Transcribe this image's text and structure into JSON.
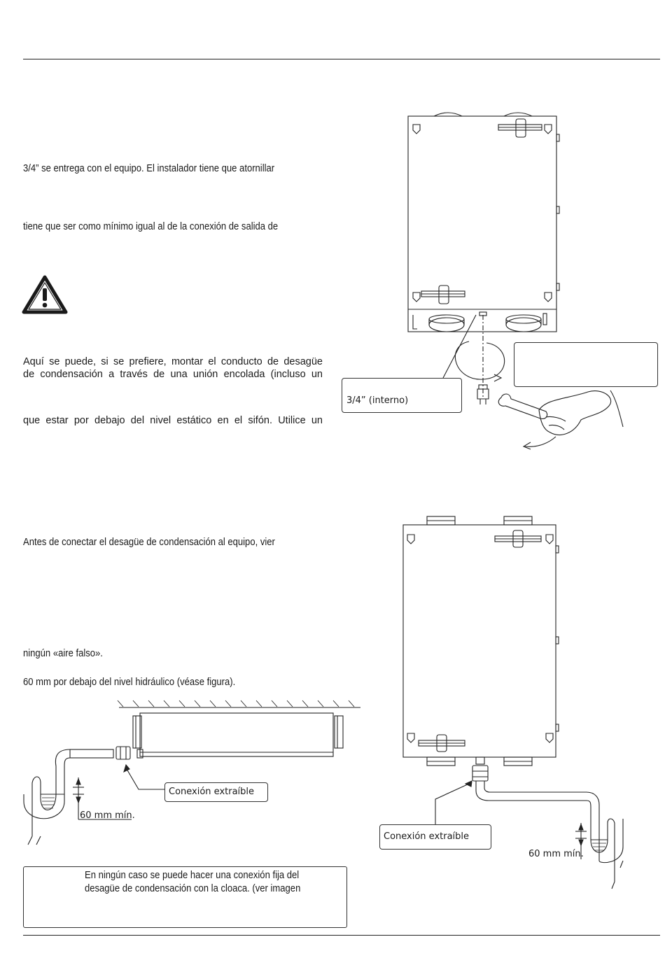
{
  "text": {
    "p1": "3/4” se entrega con el equipo. El instalador tiene que atornillar",
    "p2": "tiene que ser como mínimo igual al de la conexión de salida de",
    "p3_line1": "Aquí se puede, si se prefiere, montar el conducto de desagüe",
    "p3_line2": "de condensación a través de una unión encolada (incluso un",
    "p4": "que estar por debajo del nivel estático en el sifón. Utilice un",
    "p5": "Antes de conectar el desagüe de condensación al equipo, vier",
    "p6": "ningún «aire falso».",
    "p7": "60 mm por debajo del nivel hidráulico (véase figura)."
  },
  "figure1": {
    "thread_label": "3/4” (interno)"
  },
  "figure2": {
    "connection_label": "Conexión extraíble",
    "min_label": "60 mm mín."
  },
  "figure3": {
    "connection_label": "Conexión extraíble",
    "min_label": "60 mm mín."
  },
  "note": {
    "line1": "En ningún caso se puede hacer una conexión fija del",
    "line2": "desagüe de condensación con la cloaca. (ver imagen"
  }
}
